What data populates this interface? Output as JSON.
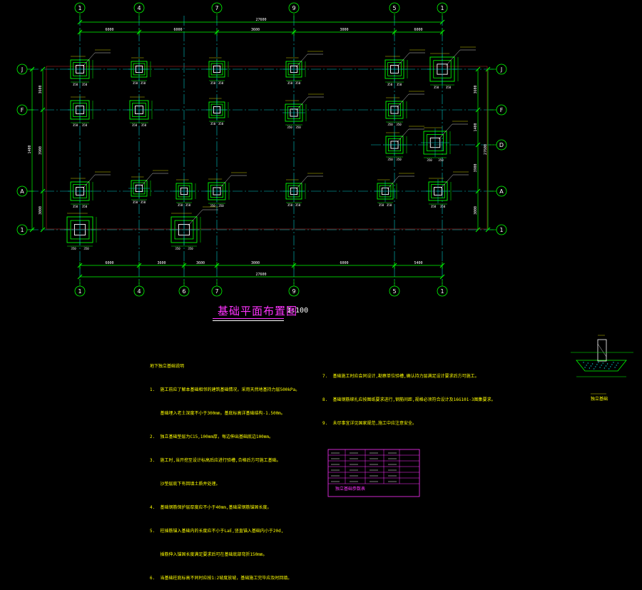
{
  "drawing": {
    "title": "基础平面布置图",
    "scale": "1:100",
    "overall_dimension": "27600",
    "top_axes": [
      "1",
      "4",
      "7",
      "9",
      "5",
      "1"
    ],
    "bottom_axes": [
      "1",
      "4",
      "6",
      "7",
      "9",
      "5",
      "1"
    ],
    "left_axes": [
      "J",
      "F",
      "A",
      "1"
    ],
    "right_axes": [
      "J",
      "F",
      "D",
      "A",
      "1"
    ],
    "dim_top": [
      "6000",
      "6000",
      "3600",
      "3000",
      "6000"
    ],
    "dim_bottom": [
      "6000",
      "3600",
      "3600",
      "3000",
      "6000",
      "5400"
    ],
    "dim_left": [
      "3600",
      "1400",
      "3900",
      "3000"
    ],
    "footing_dims": [
      "350",
      "350",
      "250",
      "250",
      "450",
      "450"
    ],
    "detail_label": "独立基础",
    "table_title": "独立基础参数表"
  },
  "notes_left": [
    "地下独立基础说明",
    "1.  施工前应了解本基础相邻的建筑基础情况，采用天然地基持力层500kPa。",
    "    基础埋入老土深度不小于300mm，基底标高详基础结构-1.500m。",
    "2.  独立基础垫层为C15,100mm厚，每边伸出基础底边100mm。",
    "3.  施工时,当开挖至设计标高后应进行验槽,合格后方可施工基础。",
    "    沙垫层底下有回填土质并处理。",
    "4.  基础钢筋保护层厚度应不小于40mm,基础梁钢筋锚固长度。",
    "5.  柱插筋锚入基础内的长度应不小于LaE,竖直锚入基础内小于20d,",
    "    插筋伸入锚固长度满足要求后可在基础底部弯折150mm。",
    "6.  当基础柱底标高不同时应按1:2坡度放坡，基础施工完毕应及时回填。"
  ],
  "notes_right": [
    "7.  基础施工时应会同设计,勘察单位验槽,确认持力层满足设计要求后方可施工。",
    "8.  基础钢筋绑扎应按图纸要求进行,钢筋间距,规格必须符合设计及16G101-3图集要求。",
    "9.  未尽事宜详见国家规范,施工中应注意安全。"
  ]
}
